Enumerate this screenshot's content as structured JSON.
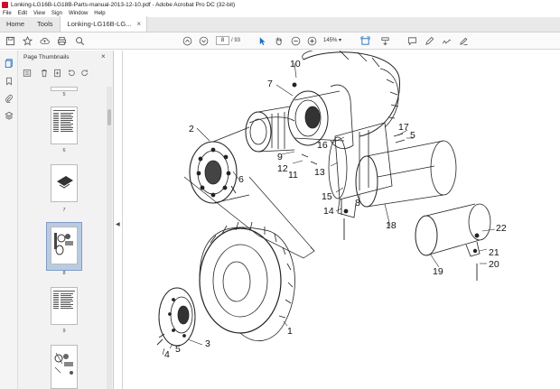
{
  "window": {
    "title": "Lonking-LG16B-LG18B-Parts-manual-2013-12-10.pdf - Adobe Acrobat Pro DC (32-bit)"
  },
  "menu": {
    "items": [
      "File",
      "Edit",
      "View",
      "Sign",
      "Window",
      "Help"
    ]
  },
  "tabs": {
    "home": "Home",
    "tools": "Tools",
    "document": "Lonking-LG16B-LG...",
    "close": "×"
  },
  "toolbar": {
    "page_current": "8",
    "page_total": "/ 93",
    "zoom": "145%",
    "zoom_arrow": "▾"
  },
  "thumbnails_panel": {
    "title": "Page Thumbnails",
    "close": "×",
    "pages": [
      {
        "label": "5"
      },
      {
        "label": "6"
      },
      {
        "label": "7"
      },
      {
        "label": "8",
        "selected": true
      },
      {
        "label": "9"
      }
    ]
  },
  "drawing": {
    "callouts": [
      "1",
      "2",
      "3",
      "4",
      "5",
      "5",
      "6",
      "7",
      "8",
      "9",
      "10",
      "11",
      "12",
      "13",
      "14",
      "15",
      "16",
      "17",
      "18",
      "19",
      "20",
      "21",
      "22"
    ]
  },
  "colors": {
    "accent": "#c8102e",
    "icon_blue": "#1f6fbf",
    "selection": "#b9cbe3"
  }
}
